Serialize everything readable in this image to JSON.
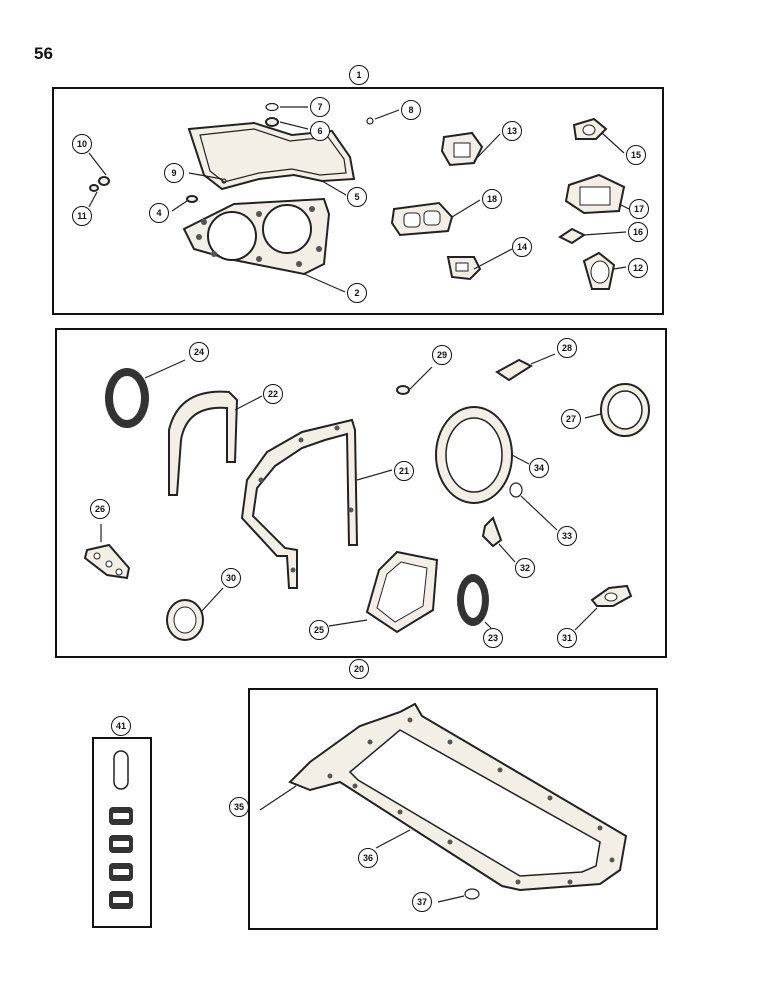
{
  "page_number": "56",
  "panel_top": {
    "kit_callout": "1",
    "callouts": [
      "7",
      "8",
      "6",
      "10",
      "13",
      "15",
      "9",
      "5",
      "11",
      "4",
      "18",
      "17",
      "16",
      "14",
      "12",
      "2"
    ]
  },
  "panel_middle": {
    "kit_callout": "20",
    "callouts": [
      "24",
      "29",
      "28",
      "22",
      "27",
      "34",
      "21",
      "33",
      "26",
      "32",
      "30",
      "25",
      "23",
      "31"
    ]
  },
  "panel_bottom": {
    "callouts": [
      "35",
      "36",
      "37"
    ]
  },
  "panel_small": {
    "kit_callout": "41"
  }
}
